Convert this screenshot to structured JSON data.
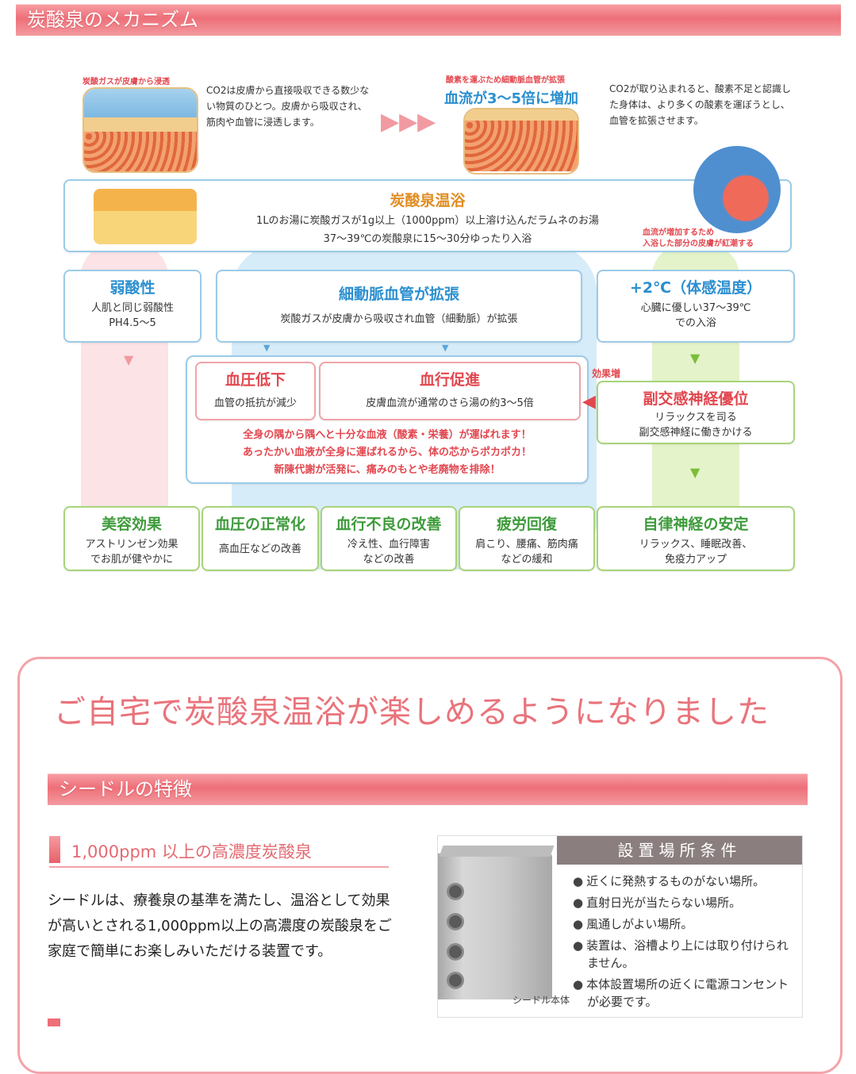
{
  "top_bar": "炭酸泉のメカニズム",
  "diagram": {
    "tl_caption": "炭酸ガスが皮膚から浸透",
    "tl_text": "CO2は皮膚から直接吸収できる数少ない物質のひとつ。皮膚から吸収され、筋肉や血管に浸透します。",
    "tr_caption": "酸素を運ぶため細動脈血管が拡張",
    "tr_highlight": "血流が3〜5倍に増加",
    "tr_text": "CO2が取り込まれると、酸素不足と認識した身体は、より多くの酸素を運ぼうとし、血管を拡張させます。",
    "bath_title": "炭酸泉温浴",
    "bath_line1": "1Lのお湯に炭酸ガスが1g以上（1000ppm）以上溶け込んだラムネのお湯",
    "bath_line2": "37〜39℃の炭酸泉に15〜30分ゆったり入浴",
    "arm_caption1": "血流が増加するため",
    "arm_caption2": "入浴した部分の皮膚が紅潮する",
    "weak_title": "弱酸性",
    "weak_d1": "人肌と同じ弱酸性",
    "weak_d2": "PH4.5〜5",
    "artery_title": "細動脈血管が拡張",
    "artery_d": "炭酸ガスが皮膚から吸収され血管（細動脈）が拡張",
    "temp_title": "+2℃（体感温度）",
    "temp_d1": "心臓に優しい37〜39℃",
    "temp_d2": "での入浴",
    "bp_title": "血圧低下",
    "bp_d": "血管の抵抗が減少",
    "flow_title": "血行促進",
    "flow_d": "皮膚血流が通常のさら湯の約3〜5倍",
    "effect_up": "効果増",
    "para_title": "副交感神経優位",
    "para_d1": "リラックスを司る",
    "para_d2": "副交感神経に働きかける",
    "red_l1": "全身の隅から隅へと十分な血液（酸素・栄養）が運ばれます！",
    "red_l2": "あったかい血液が全身に運ばれるから、体の芯からポカポカ！",
    "red_l3": "新陳代謝が活発に、痛みのもとや老廃物を排除！",
    "results": [
      {
        "title": "美容効果",
        "d1": "アストリンゼン効果",
        "d2": "でお肌が健やかに",
        "color": "#3e9b3b"
      },
      {
        "title": "血圧の正常化",
        "d1": "高血圧などの改善",
        "d2": "",
        "color": "#3e9b3b"
      },
      {
        "title": "血行不良の改善",
        "d1": "冷え性、血行障害",
        "d2": "などの改善",
        "color": "#3e9b3b"
      },
      {
        "title": "疲労回復",
        "d1": "肩こり、腰痛、筋肉痛",
        "d2": "などの緩和",
        "color": "#3e9b3b"
      },
      {
        "title": "自律神経の安定",
        "d1": "リラックス、睡眠改善、",
        "d2": "免疫力アップ",
        "color": "#3e9b3b"
      }
    ]
  },
  "headline": "ご自宅で炭酸泉温浴が楽しめるようになりました",
  "feature_bar": "シードルの特徴",
  "subheading": "1,000ppm 以上の高濃度炭酸泉",
  "body": "シードルは、療養泉の基準を満たし、温浴として効果が高いとされる1,000ppm以上の高濃度の炭酸泉をご家庭で簡単にお楽しみいただける装置です。",
  "conditions": {
    "title": "設置場所条件",
    "items": [
      "近くに発熱するものがない場所。",
      "直射日光が当たらない場所。",
      "風通しがよい場所。",
      "装置は、浴槽より上には取り付けられません。",
      "本体設置場所の近くに電源コンセントが必要です。"
    ],
    "unit_label": "シードル本体"
  }
}
